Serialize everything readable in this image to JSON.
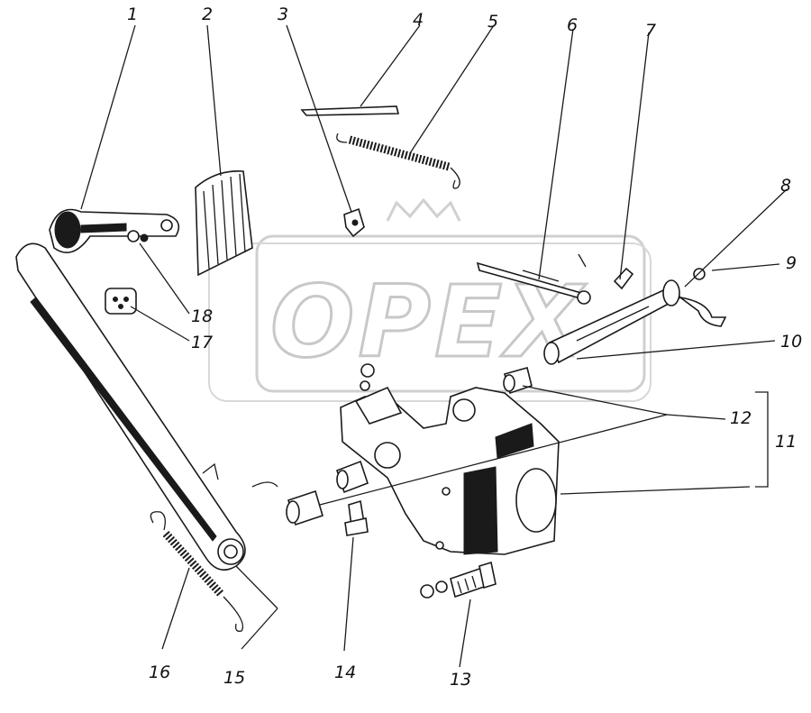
{
  "diagram": {
    "watermark": "OPEX",
    "callouts": [
      "1",
      "2",
      "3",
      "4",
      "5",
      "6",
      "7",
      "8",
      "9",
      "10",
      "11",
      "12",
      "13",
      "14",
      "15",
      "16",
      "17",
      "18"
    ]
  }
}
